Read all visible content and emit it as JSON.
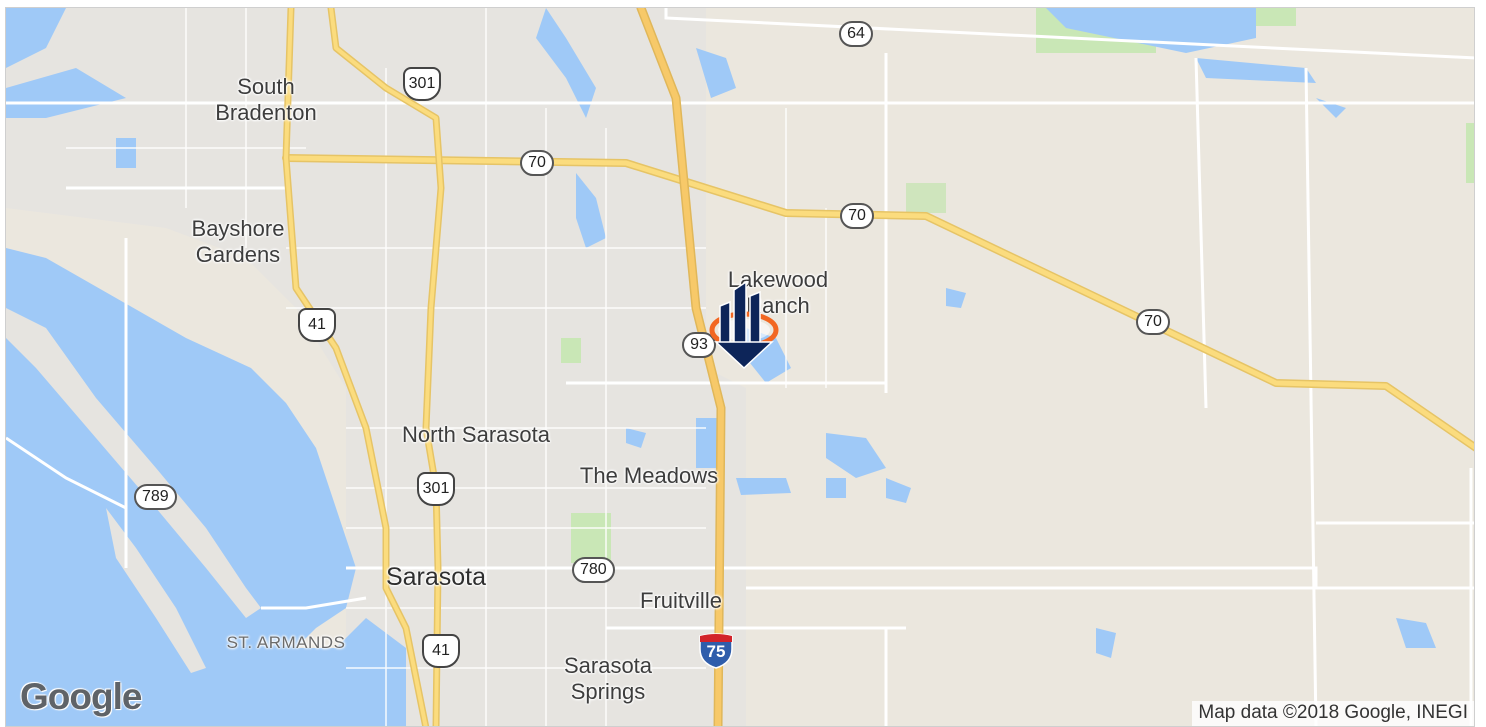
{
  "map": {
    "cities": [
      {
        "id": "south-bradenton",
        "label": "South\nBradenton"
      },
      {
        "id": "bayshore-gardens",
        "label": "Bayshore\nGardens"
      },
      {
        "id": "north-sarasota",
        "label": "North Sarasota"
      },
      {
        "id": "the-meadows",
        "label": "The Meadows"
      },
      {
        "id": "lakewood-ranch",
        "label": "Lakewood\nRanch"
      },
      {
        "id": "sarasota",
        "label": "Sarasota"
      },
      {
        "id": "fruitville",
        "label": "Fruitville"
      },
      {
        "id": "st-armands",
        "label": "ST. ARMANDS"
      },
      {
        "id": "sarasota-springs",
        "label": "Sarasota\nSprings"
      }
    ],
    "route_shields": [
      {
        "id": "64",
        "label": "64"
      },
      {
        "id": "70-a",
        "label": "70"
      },
      {
        "id": "70-b",
        "label": "70"
      },
      {
        "id": "70-c",
        "label": "70"
      },
      {
        "id": "93",
        "label": "93"
      },
      {
        "id": "789",
        "label": "789"
      },
      {
        "id": "780",
        "label": "780"
      }
    ],
    "us_shields": [
      {
        "id": "301-a",
        "label": "301"
      },
      {
        "id": "301-b",
        "label": "301"
      },
      {
        "id": "41-a",
        "label": "41"
      },
      {
        "id": "41-b",
        "label": "41"
      }
    ],
    "interstates": [
      {
        "id": "75",
        "label": "75"
      }
    ],
    "marker": {
      "icon": "building-pin-icon"
    },
    "google_logo": "Google",
    "attribution": "Map data ©2018 Google, INEGI",
    "colors": {
      "land": "#ebe7de",
      "water": "#9fc9f7",
      "park": "#c9e7b6",
      "urban": "#e4e2e0",
      "highway": "#f9d778",
      "marker_navy": "#0d2559",
      "marker_orange": "#f26722"
    }
  }
}
